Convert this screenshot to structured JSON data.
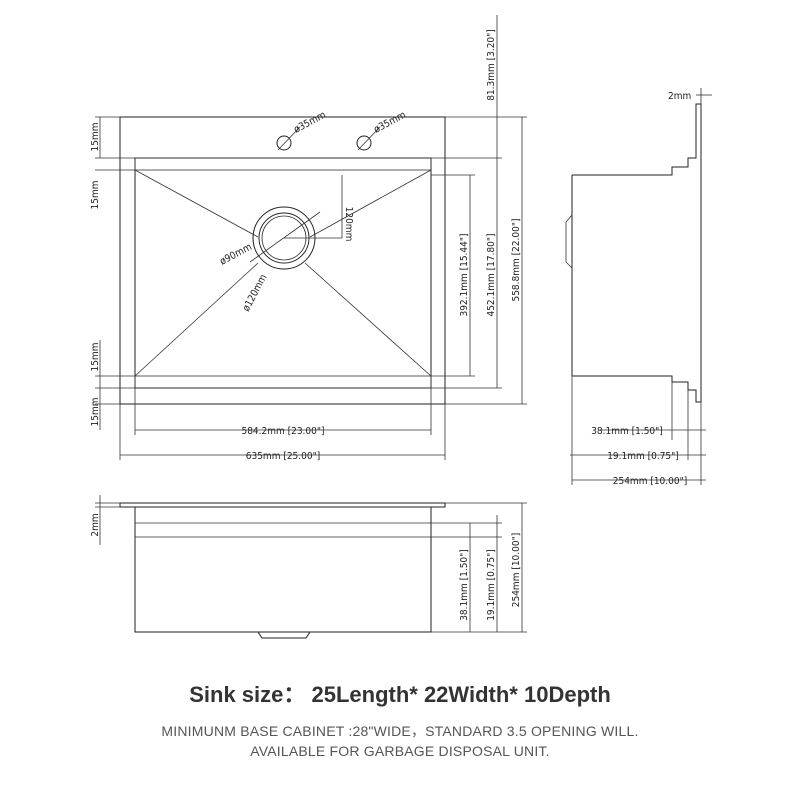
{
  "top_view": {
    "faucet_hole_left": "ø35mm",
    "faucet_hole_right": "ø35mm",
    "top_margin": "15mm",
    "inner_margin_upper": "15mm",
    "inner_margin_lower": "15mm",
    "bottom_margin": "15mm",
    "drain_outer": "ø90mm",
    "drain_flange": "ø120mm",
    "drain_offset": "120mm",
    "deck_offset": "81.3mm [3.20\"]",
    "bowl_length": "392.1mm [15.44\"]",
    "bowl_length_outer": "452.1mm [17.80\"]",
    "overall_width_side": "558.8mm [22.00\"]",
    "inner_length": "584.2mm [23.00\"]",
    "overall_length": "635mm [25.00\"]"
  },
  "side_view": {
    "thickness": "2mm",
    "dim_1": "38.1mm [1.50\"]",
    "dim_2": "19.1mm [0.75\"]",
    "depth": "254mm [10.00\"]"
  },
  "front_view": {
    "thickness": "2mm",
    "dim_1": "38.1mm [1.50\"]",
    "dim_2": "19.1mm [0.75\"]",
    "depth": "254mm [10.00\"]"
  },
  "caption": {
    "title": "Sink size： 25Length* 22Width* 10Depth",
    "line1": "MINIMUNM BASE CABINET :28\"WIDE，STANDARD 3.5 OPENING WILL.",
    "line2": "AVAILABLE FOR GARBAGE DISPOSAL UNIT."
  }
}
